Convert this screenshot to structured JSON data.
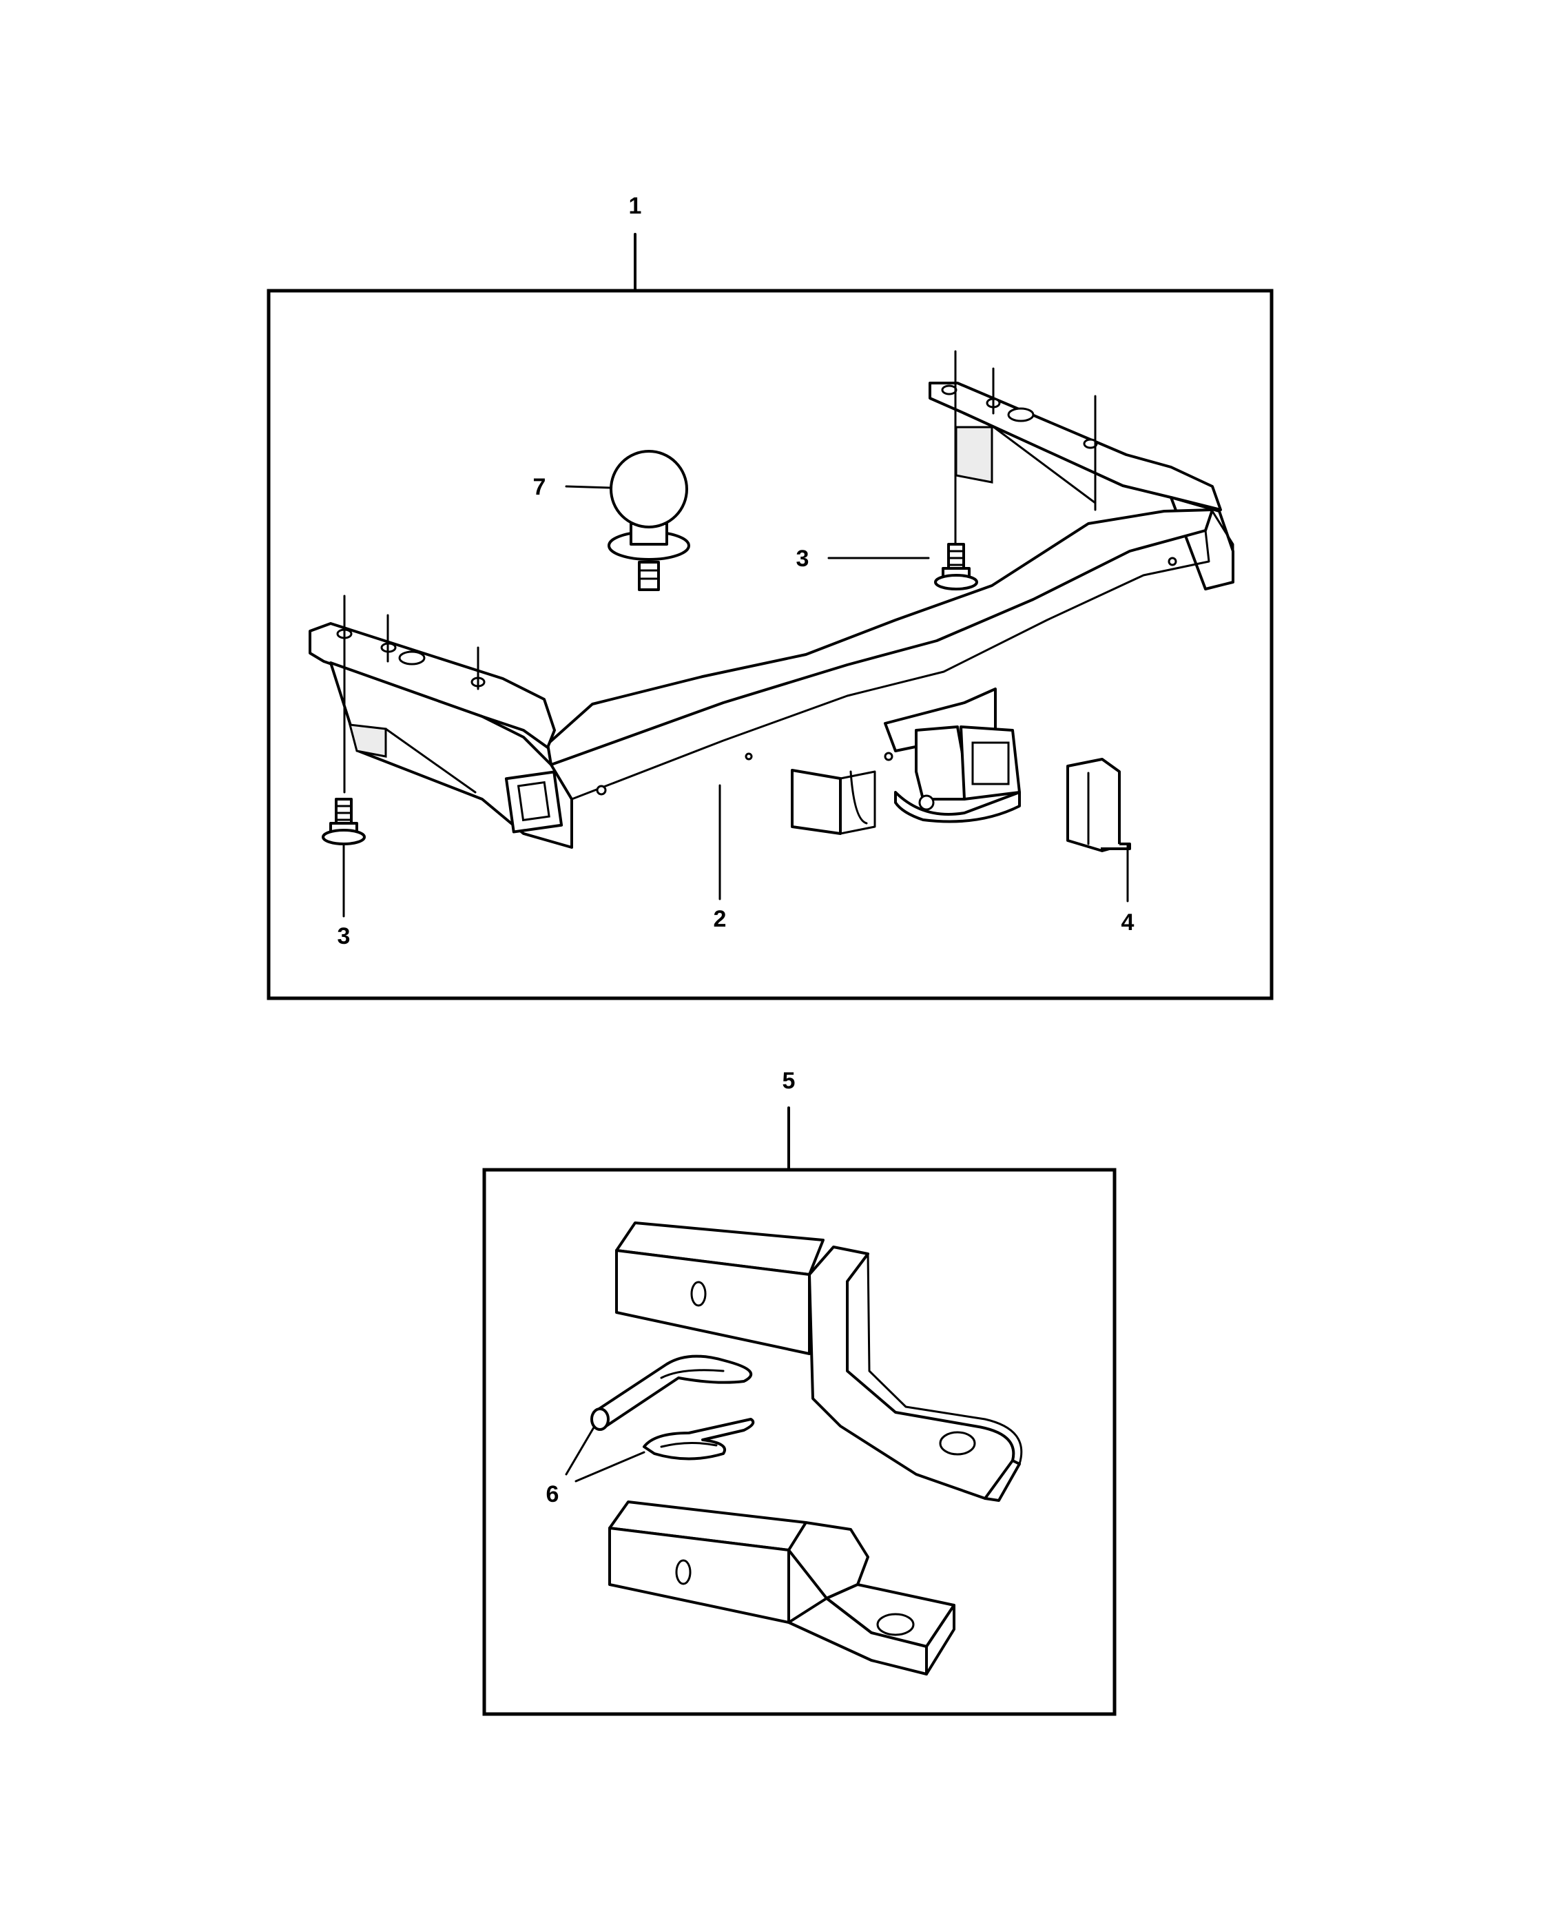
{
  "callouts": {
    "c1": "1",
    "c2": "2",
    "c3a": "3",
    "c3b": "3",
    "c4": "4",
    "c5": "5",
    "c6": "6",
    "c7": "7"
  },
  "colors": {
    "line": "#000000",
    "background": "#ffffff"
  }
}
